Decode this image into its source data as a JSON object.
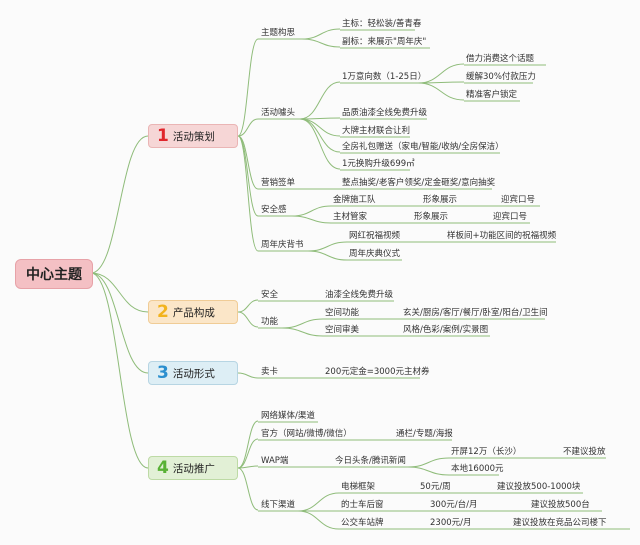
{
  "center": "中心主题",
  "branches": [
    {
      "num": "1",
      "label": "活动策划",
      "children": {
        "theme": {
          "label": "主题构思",
          "main_title": "主标：轻松装/善青春",
          "sub_title": "副标：来展示\"周年庆\""
        },
        "hooks": {
          "label": "活动噱头",
          "items": [
            "1万意向数（1-25日）",
            "品质油漆全线免费升级",
            "大牌主材联合让利",
            "全房礼包赠送（家电/智能/收纳/全房保洁）",
            "1元换购升级699㎡"
          ],
          "reasons": [
            "借力消费这个话题",
            "缓解30%付款压力",
            "精准客户锁定"
          ]
        },
        "marketing": {
          "label": "营销签单",
          "detail": "整点抽奖/老客户领奖/定金砸奖/意向抽奖"
        },
        "safety": {
          "label": "安全感",
          "rows": [
            [
              "金牌施工队",
              "形象展示",
              "迎宾口号"
            ],
            [
              "主材管家",
              "形象展示",
              "迎宾口号"
            ]
          ]
        },
        "anniversary": {
          "label": "周年庆背书",
          "items": [
            "网红祝福视频",
            "周年庆典仪式"
          ],
          "video_detail": "样板间+功能区间的祝福视频"
        }
      }
    },
    {
      "num": "2",
      "label": "产品构成",
      "children": {
        "safety": {
          "label": "安全",
          "detail": "油漆全线免费升级"
        },
        "function": {
          "label": "功能",
          "items": [
            {
              "label": "空间功能",
              "detail": "玄关/厨房/客厅/餐厅/卧室/阳台/卫生间"
            },
            {
              "label": "空间审美",
              "detail": "风格/色彩/案例/实景图"
            }
          ]
        }
      }
    },
    {
      "num": "3",
      "label": "活动形式",
      "children": {
        "card": {
          "label": "卖卡",
          "detail": "200元定金=3000元主材券"
        }
      }
    },
    {
      "num": "4",
      "label": "活动推广",
      "children": {
        "online": {
          "label": "网络媒体/渠道"
        },
        "official": {
          "label": "官方（网站/微博/微信）",
          "detail": "通栏/专题/海报"
        },
        "wap": {
          "label": "WAP端",
          "media": "今日头条/腾讯新闻",
          "opens": "开屏12万（长沙）",
          "advice": "不建议投放",
          "local": "本地16000元"
        },
        "offline": {
          "label": "线下渠道",
          "rows": [
            [
              "电梯框架",
              "50元/周",
              "建议投放500-1000块"
            ],
            [
              "的士车后窗",
              "300元/台/月",
              "建议投放500台"
            ],
            [
              "公交车站牌",
              "2300元/月",
              "建议投放在竞品公司楼下"
            ]
          ]
        }
      }
    }
  ],
  "colors": {
    "branch1": "#e0262c",
    "branch2": "#f2b31e",
    "branch3": "#2b8fcf",
    "branch4": "#58b135",
    "edge": "#8fbc7a"
  }
}
